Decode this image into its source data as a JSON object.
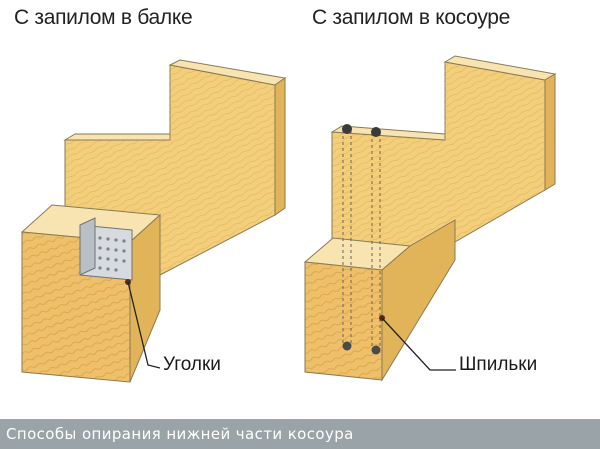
{
  "titles": {
    "left": "С запилом в балке",
    "right": "С запилом в косоуре"
  },
  "callouts": {
    "left": "Уголки",
    "right": "Шпильки"
  },
  "caption": "Способы опирания нижней части косоура",
  "colors": {
    "wood_face": "#f3cf7c",
    "wood_side": "#e2b45a",
    "wood_top": "#f8e4b0",
    "outline": "#8a7a55",
    "bracket": "#d7dbe0",
    "caption_bg": "#9aa3a8"
  }
}
